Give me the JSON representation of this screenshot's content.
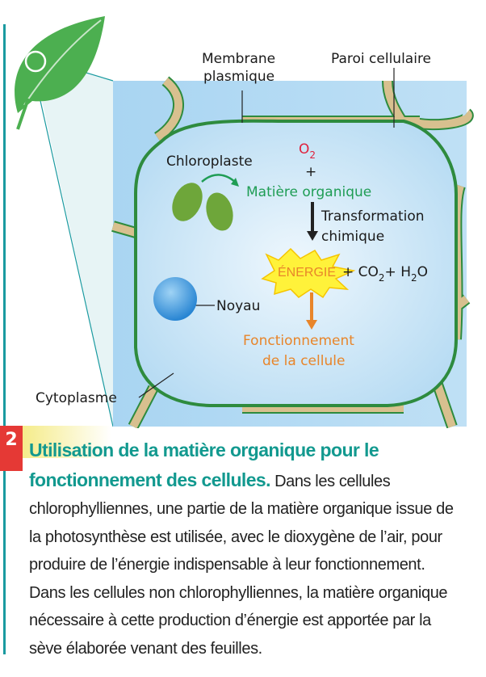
{
  "diagram": {
    "labels": {
      "membrane_line1": "Membrane",
      "membrane_line2": "plasmique",
      "paroi": "Paroi cellulaire",
      "chloroplaste": "Chloroplaste",
      "o2_base": "O",
      "o2_sub": "2",
      "plus": "+",
      "matiere": "Matière organique",
      "transformation_line1": "Transformation",
      "transformation_line2": "chimique",
      "energie": "ÉNERGIE",
      "products_a": "+ CO",
      "products_sub1": "2",
      "products_b": "+ H",
      "products_sub2": "2",
      "products_c": "O",
      "noyau": "Noyau",
      "fonctionnement_line1": "Fonctionnement",
      "fonctionnement_line2": "de la cellule",
      "cytoplasme": "Cytoplasme"
    },
    "colors": {
      "accent_teal": "#12998f",
      "o2_red": "#e0203c",
      "matiere_green": "#1f9d55",
      "energy_orange": "#e8852a",
      "wall_tan": "#d8c08f",
      "membrane_green": "#2e8b3e",
      "cell_blue": "#cbe6f7"
    }
  },
  "caption": {
    "number": "2",
    "title": "Utilisation de la matière organique pour le fonctionnement des cellules.",
    "body": "Dans les cellules chlorophylliennes, une partie de la matière organique issue de la photosynthèse est utilisée, avec le dioxygène de l’air, pour produire de l’énergie indispensable à leur fonctionnement. Dans les cellules non chlorophylliennes, la matière organique nécessaire à cette production d’énergie est apportée par la sève élaborée venant des feuilles."
  }
}
